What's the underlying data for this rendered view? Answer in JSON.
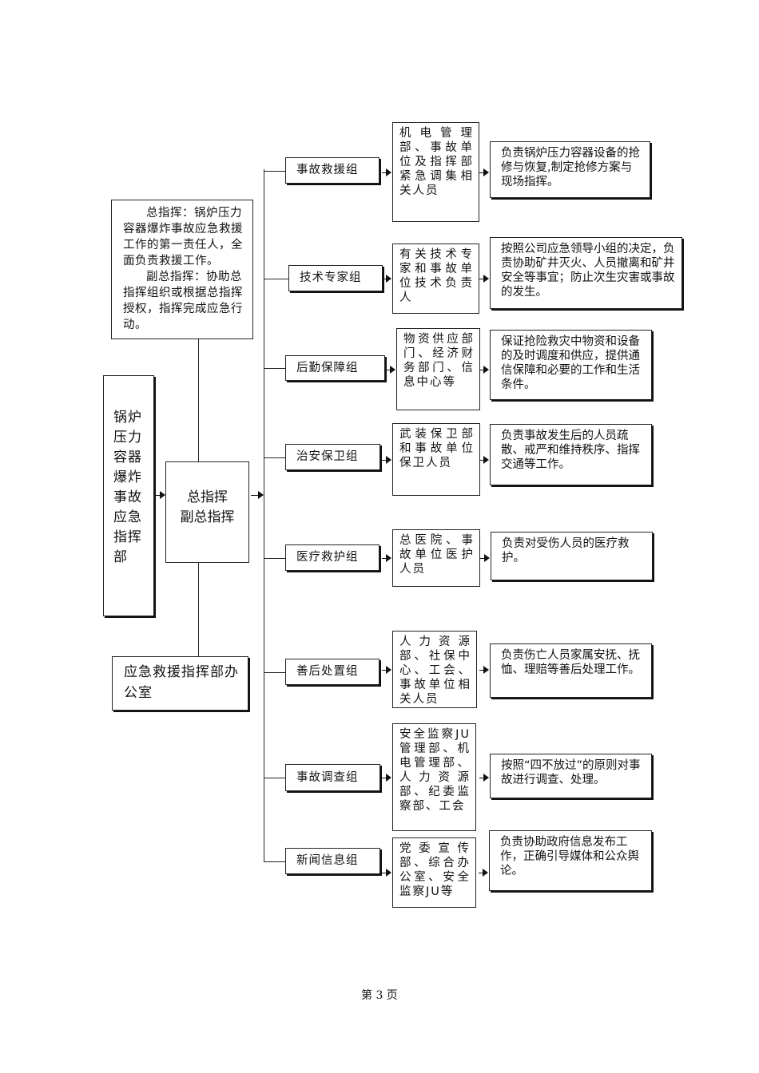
{
  "headquarters": "锅炉压力容器爆炸事故应急指挥部",
  "description": {
    "commander": "总指挥：锅炉压力容器爆炸事故应急救援工作的第一责任人，全面负责救援工作。",
    "deputy": "副总指挥：协助总指挥组织或根据总指挥授权，指挥完成应急行动。"
  },
  "command": {
    "line1": "总指挥",
    "line2": "副总指挥"
  },
  "office": "应急救援指挥部办公室",
  "groups": [
    {
      "name": "事故救援组",
      "members": "机电管理部、事故单位及指挥部紧急调集相关人员",
      "duty": "负责锅炉压力容器设备的抢修与恢复,制定抢修方案与现场指挥。"
    },
    {
      "name": "技术专家组",
      "members": "有关技术专家和事故单位技术负责人",
      "duty": "按照公司应急领导小组的决定，负责协助矿井灭火、人员撤离和矿井安全等事宜；防止次生灾害或事故的发生。"
    },
    {
      "name": "后勤保障组",
      "members": "物资供应部门、经济财务部门、信息中心等",
      "duty": "保证抢险救灾中物资和设备的及时调度和供应，提供通信保障和必要的工作和生活条件。"
    },
    {
      "name": "治安保卫组",
      "members": "武装保卫部和事故单位保卫人员",
      "duty": "负责事故发生后的人员疏散、戒严和维持秩序、指挥交通等工作。"
    },
    {
      "name": "医疗救护组",
      "members": "总医院、事故单位医护人员",
      "duty": "负责对受伤人员的医疗救护。"
    },
    {
      "name": "善后处置组",
      "members": "人力资源部、社保中心、工会、事故单位相关人员",
      "duty": "负责伤亡人员家属安抚、抚恤、理赔等善后处理工作。"
    },
    {
      "name": "事故调查组",
      "members": "安全监察JU管理部、机电管理部、人力资源部、纪委监察部、工会",
      "duty": "按照“四不放过”的原则对事故进行调查、处理。"
    },
    {
      "name": "新闻信息组",
      "members": "党委宣传部、综合办公室、安全监察JU等",
      "duty": "负责协助政府信息发布工作，正确引导媒体和公众舆论。"
    }
  ],
  "footer": "第 3 页"
}
